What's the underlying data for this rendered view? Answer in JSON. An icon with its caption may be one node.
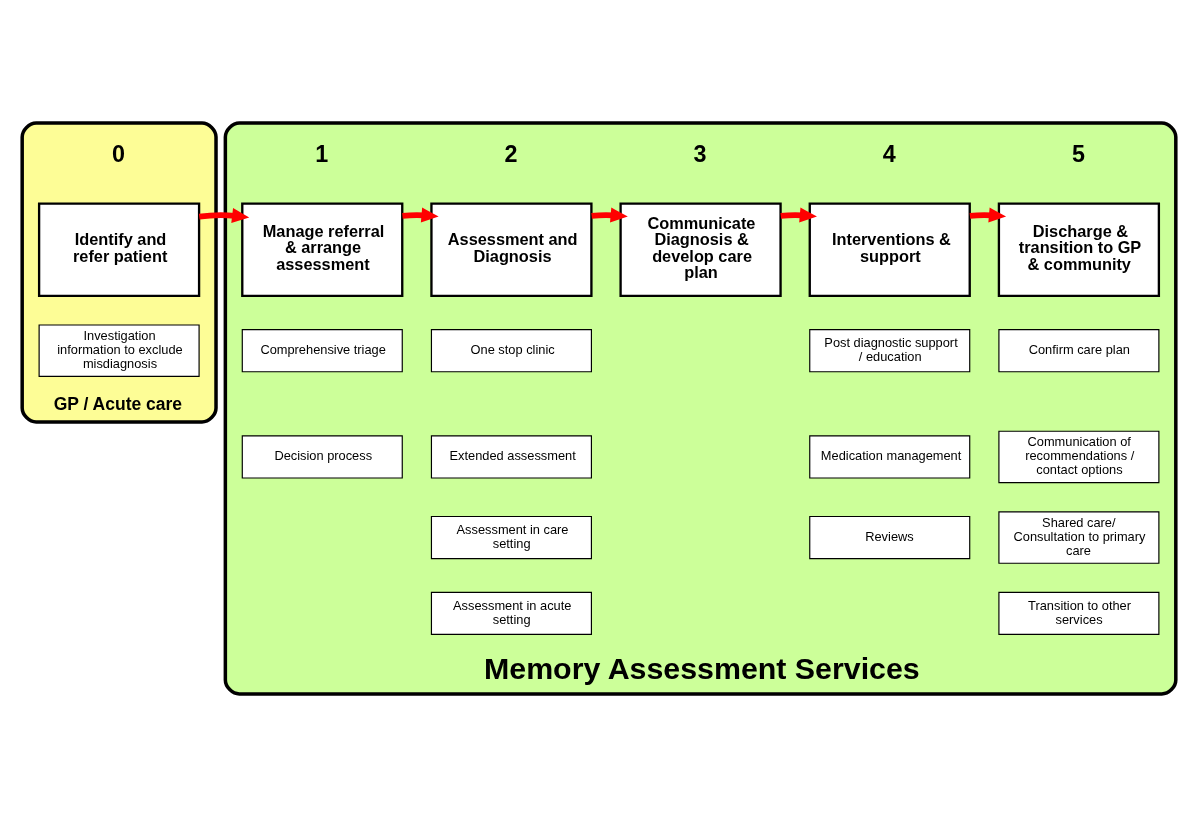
{
  "diagram": {
    "nodes": [
      {
        "text": [
          "GP / Acute care"
        ]
      },
      {
        "text": [
          "Identify and refer patient"
        ],
        "in": 0,
        "beside": [
          "0"
        ]
      },
      {
        "text": [
          "Investigation information to exclude misdiagnosis"
        ],
        "in": 0
      },
      {
        "text": [
          "Memory Assessment Services"
        ]
      },
      {
        "text": [
          "Manage referral & arrange assessment"
        ],
        "in": 3,
        "beside": [
          "1"
        ]
      },
      {
        "text": [
          "Comprehensive triage"
        ],
        "in": 3
      },
      {
        "text": [
          "Decision process"
        ],
        "in": 3
      },
      {
        "text": [
          "Assessment and Diagnosis"
        ],
        "in": 3,
        "beside": [
          "2"
        ]
      },
      {
        "text": [
          "One stop clinic"
        ],
        "in": 3
      },
      {
        "text": [
          "Extended assessment"
        ],
        "in": 3
      },
      {
        "text": [
          "Assessment in care setting"
        ],
        "in": 3
      },
      {
        "text": [
          "Assessment in acute setting"
        ],
        "in": 3
      },
      {
        "text": [
          "Communicate Diagnosis & develop care plan"
        ],
        "in": 3,
        "beside": [
          "3"
        ]
      },
      {
        "text": [
          "Interventions & support"
        ],
        "in": 3,
        "beside": [
          "4"
        ]
      },
      {
        "text": [
          "Post diagnostic support / education"
        ],
        "in": 3
      },
      {
        "text": [
          "Medication management"
        ],
        "in": 3
      },
      {
        "text": [
          "Reviews"
        ],
        "in": 3
      },
      {
        "text": [
          "Discharge & transition to GP & community"
        ],
        "in": 3,
        "beside": [
          "5"
        ]
      },
      {
        "text": [
          "Confirm care plan"
        ],
        "in": 3
      },
      {
        "text": [
          "Communication of recommendations / contact options"
        ],
        "in": 3
      },
      {
        "text": [
          "Shared care/ Consultation to primary care"
        ],
        "in": 3
      },
      {
        "text": [
          "Transition to other services"
        ],
        "in": 3
      }
    ],
    "edges": [
      {
        "from": 1,
        "to": 4,
        "arrow": "to"
      },
      {
        "from": 4,
        "to": 7,
        "arrow": "to"
      },
      {
        "from": 7,
        "to": 12,
        "arrow": "to"
      },
      {
        "from": 12,
        "to": 13,
        "arrow": "to"
      },
      {
        "from": 13,
        "to": 17,
        "arrow": "to"
      }
    ]
  }
}
